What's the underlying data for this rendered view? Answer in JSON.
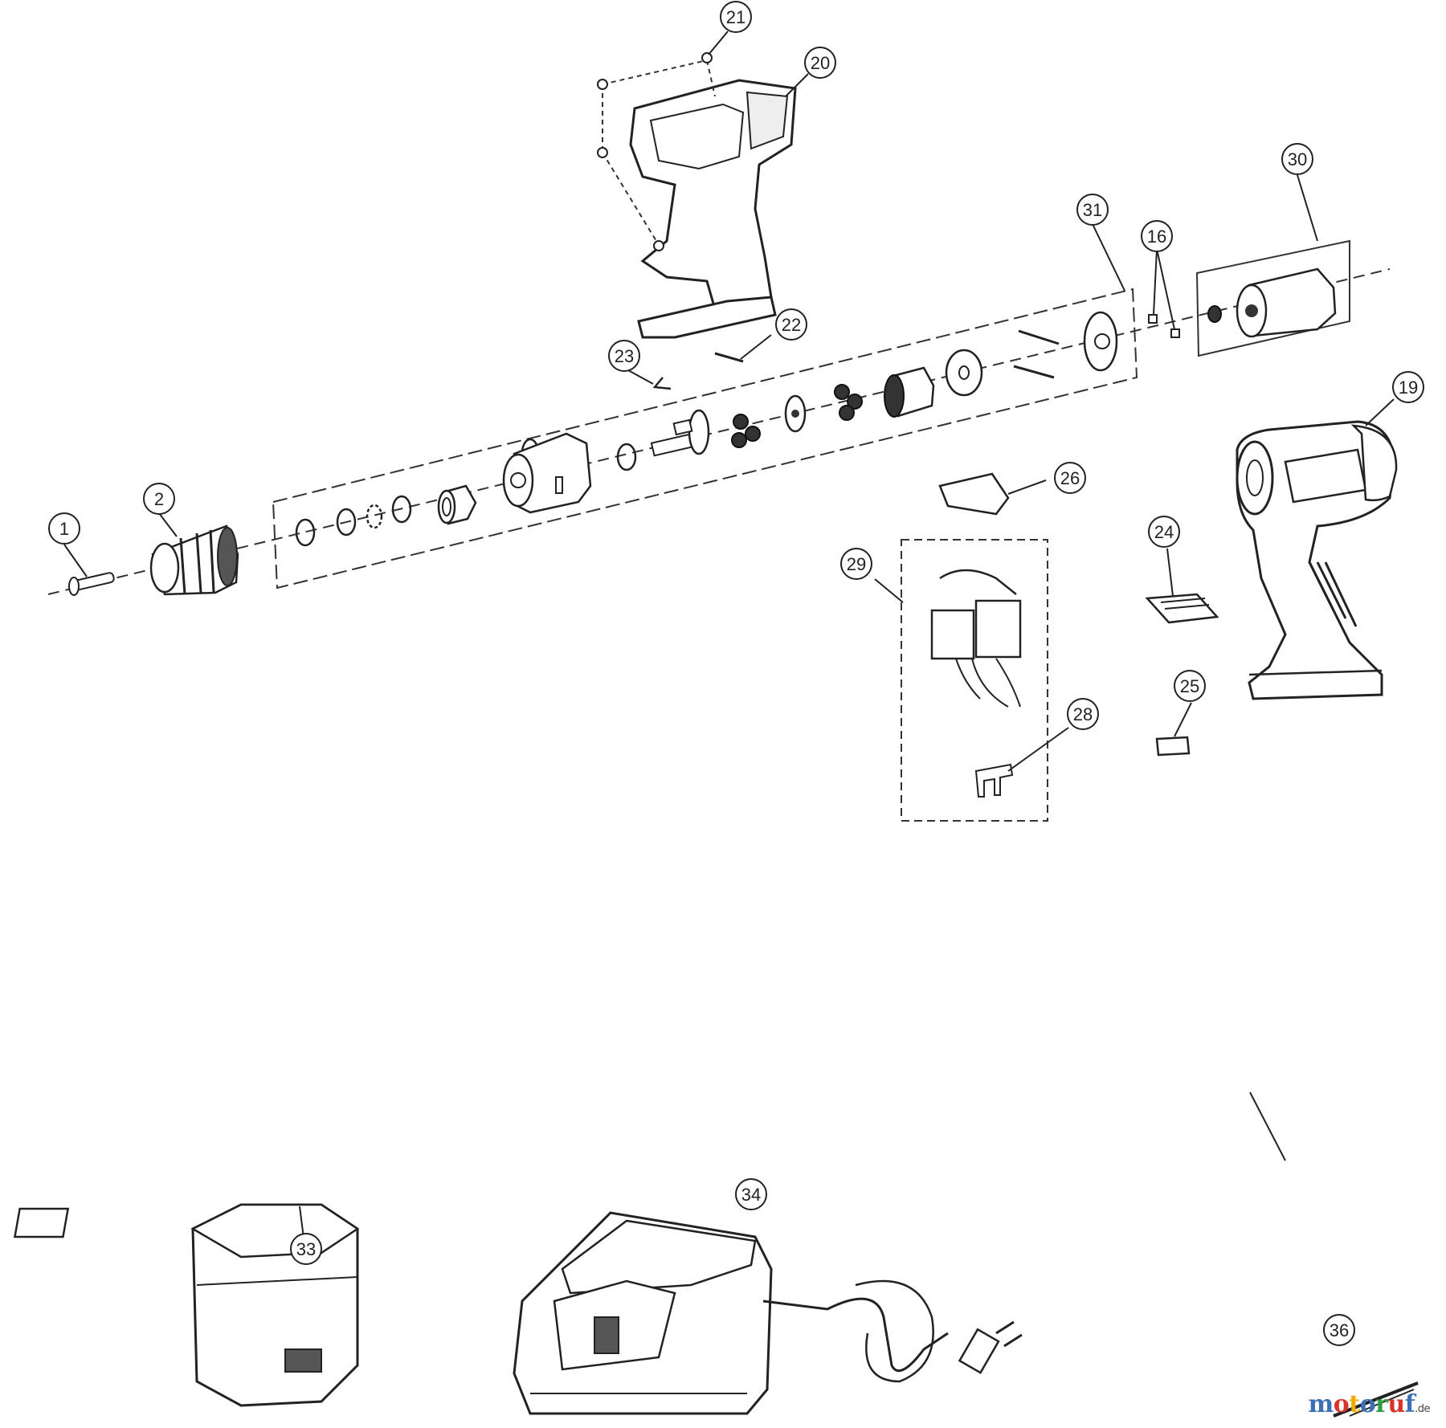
{
  "diagram": {
    "callouts": [
      "1",
      "2",
      "16",
      "19",
      "20",
      "21",
      "22",
      "23",
      "24",
      "25",
      "26",
      "28",
      "29",
      "30",
      "31",
      "33",
      "34",
      "36"
    ]
  },
  "watermark": {
    "letters": [
      "m",
      "o",
      "t",
      "o",
      "r",
      "u",
      "f"
    ],
    "letter_colors": [
      "#3b6fb6",
      "#d9342b",
      "#f2a900",
      "#3b6fb6",
      "#2e9e44",
      "#d9342b",
      "#3b6fb6"
    ],
    "tld": ".de"
  }
}
